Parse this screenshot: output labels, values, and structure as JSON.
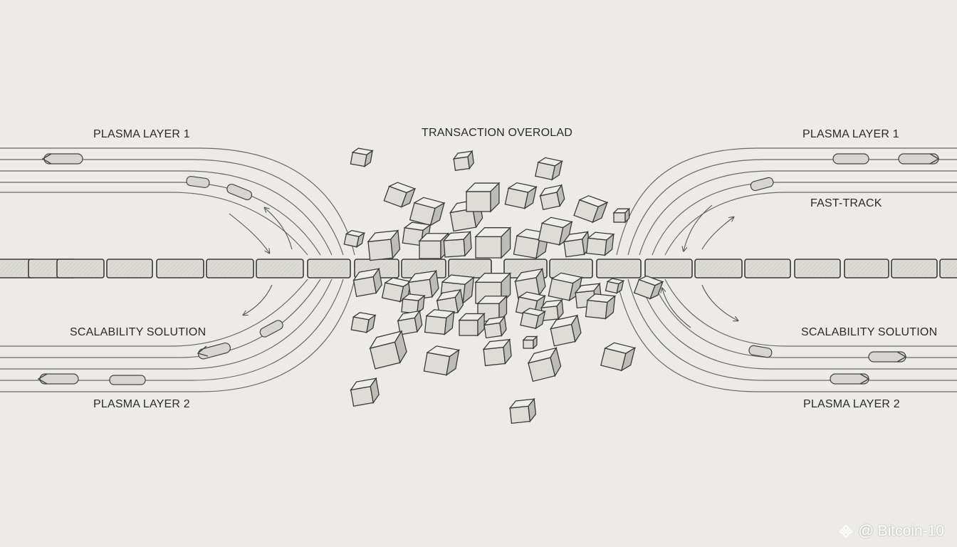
{
  "labels": {
    "top_left": "PLASMA LAYER 1",
    "top_center": "TRANSACTION OVEROLAD",
    "top_right": "PLASMA LAYER 1",
    "fast_track": "FAST-TRACK",
    "mid_left": "SCALABILITY SOLUTION",
    "mid_right": "SCALABILITY SOLUTION",
    "bottom_left": "PLASMA LAYER 2",
    "bottom_right": "PLASMA LAYER 2"
  },
  "watermark": {
    "text": "@ Bitcoin-10",
    "icon": "binance-logo-icon"
  },
  "colors": {
    "paper": "#ecebe7",
    "ink": "#3a3a3a",
    "block_fill": "#dcdbd6",
    "block_shade": "#b9b8b3"
  }
}
